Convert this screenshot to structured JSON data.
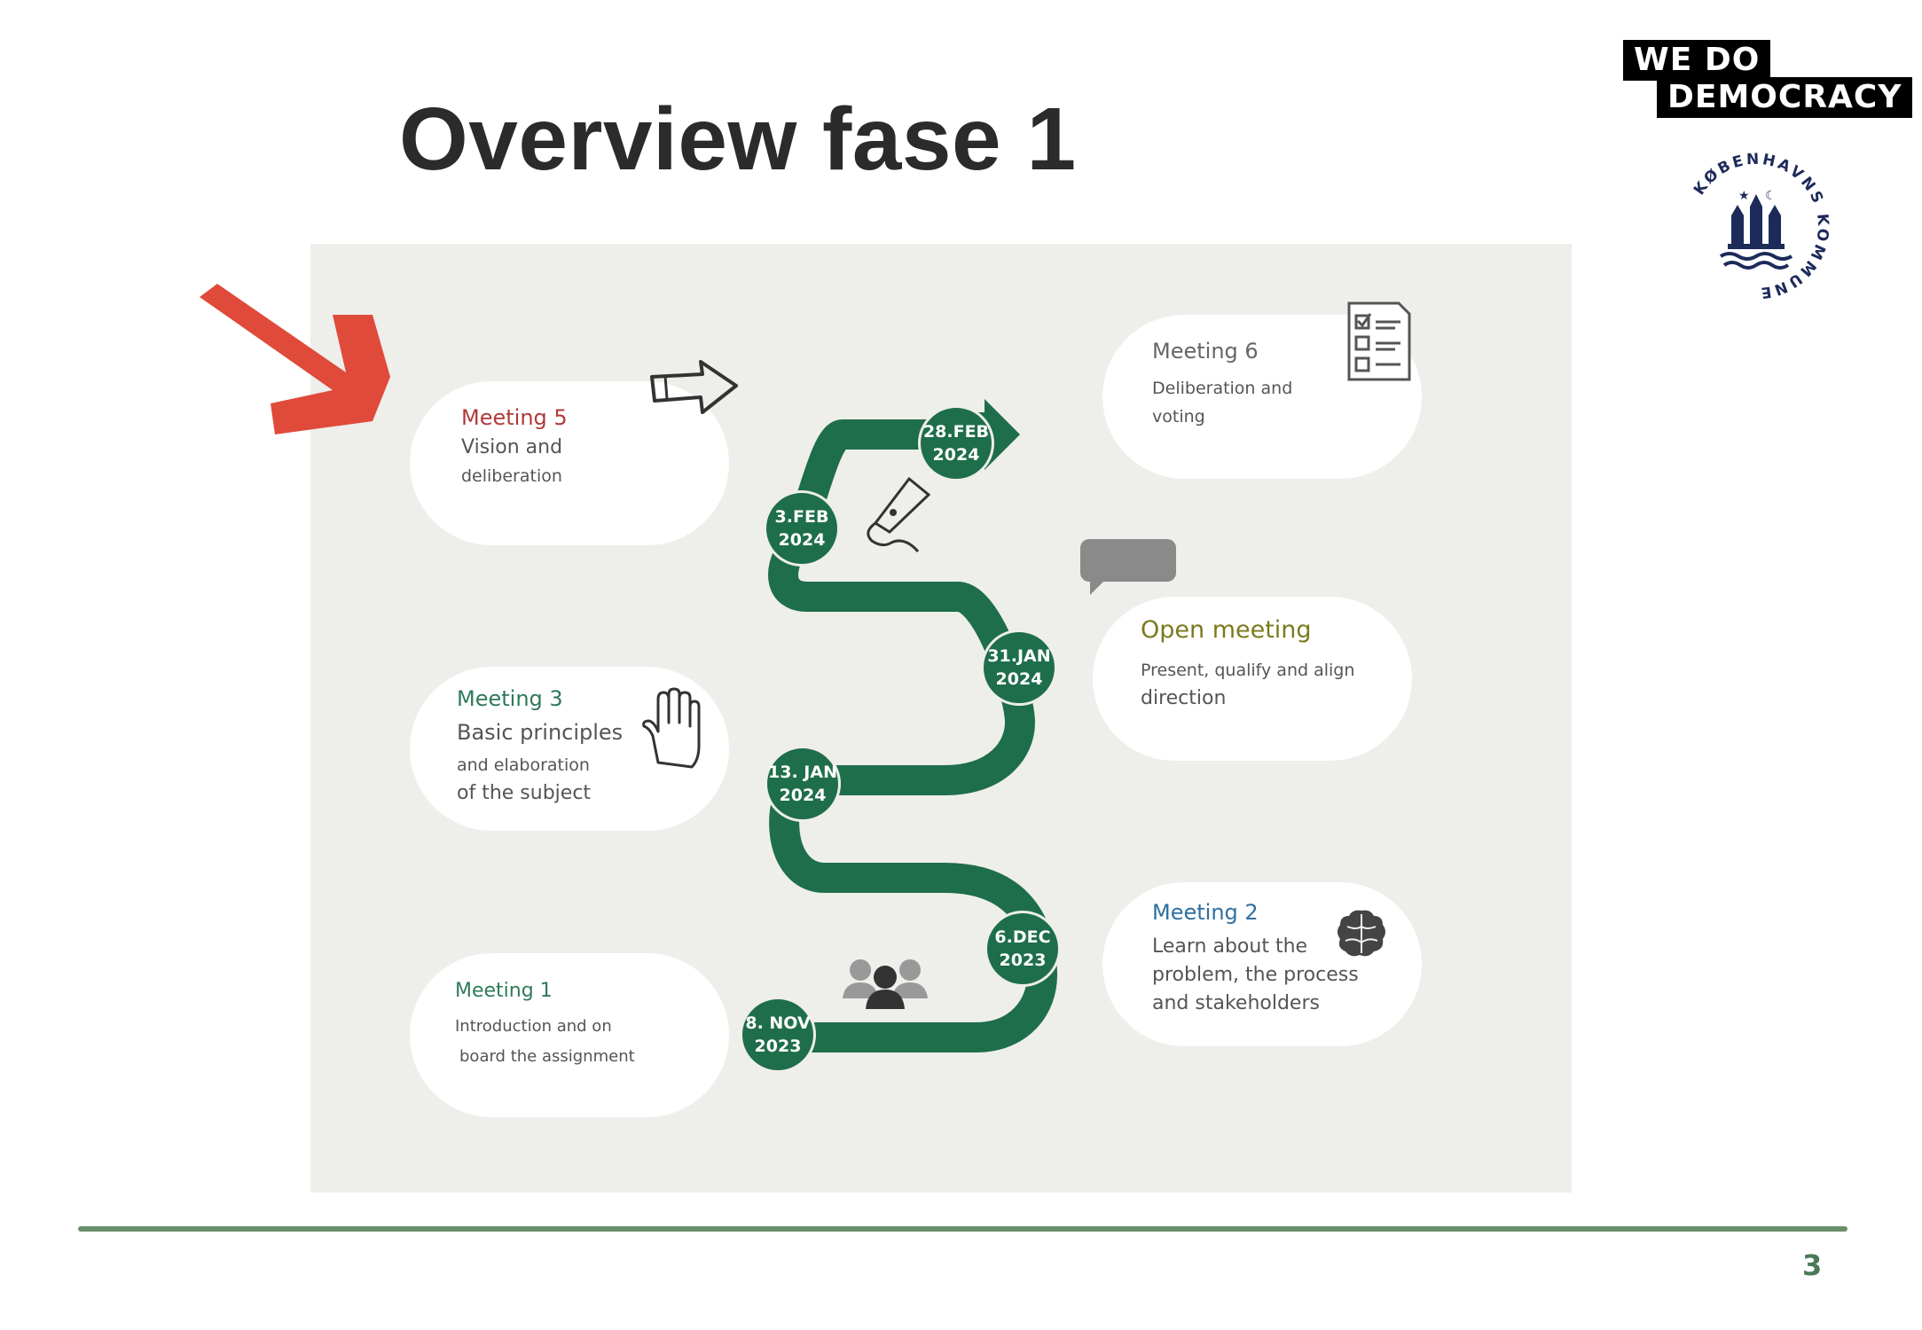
{
  "slide": {
    "title": "Overview fase 1",
    "page_number": "3"
  },
  "logos": {
    "we_do": "WE DO",
    "democracy": "DEMOCRACY",
    "seal_text": "KØBENHAVNS KOMMUNE"
  },
  "colors": {
    "road_green": "#1e6e4b",
    "arrow_red": "#e04a3a",
    "panel_bg": "#eeeeeb",
    "divider": "#6b8f6b"
  },
  "milestones": [
    {
      "date": "8. NOV",
      "year": "2023"
    },
    {
      "date": "6.DEC",
      "year": "2023"
    },
    {
      "date": "13. JAN",
      "year": "2024"
    },
    {
      "date": "31.JAN",
      "year": "2024"
    },
    {
      "date": "3.FEB",
      "year": "2024"
    },
    {
      "date": "28.FEB",
      "year": "2024"
    }
  ],
  "meetings": {
    "m5": {
      "title": "Meeting 5",
      "line1": "Vision and",
      "line2": "deliberation",
      "color": "#b03a3a",
      "icon": "arrow-right-outline-icon"
    },
    "m6": {
      "title": "Meeting 6",
      "line1": "Deliberation and",
      "line2": "voting",
      "color": "#666666",
      "icon": "checklist-icon"
    },
    "open": {
      "title": "Open meeting",
      "line1": "Present, qualify and align",
      "line2": "direction",
      "color": "#7a7a1e",
      "icon": "speech-bubble-icon"
    },
    "m3": {
      "title": "Meeting 3",
      "line1": "Basic principles",
      "line2": "and elaboration",
      "line3": "of the subject",
      "color": "#2f7a5a",
      "icon": "hand-icon"
    },
    "m2": {
      "title": "Meeting 2",
      "line1": "Learn about the",
      "line2": "problem, the process",
      "line3": "and stakeholders",
      "color": "#2f6fa0",
      "icon": "brain-icon"
    },
    "m1": {
      "title": "Meeting 1",
      "line1": "Introduction and on",
      "line2": "board the assignment",
      "color": "#2f7a5a",
      "icon": "people-icon"
    }
  }
}
